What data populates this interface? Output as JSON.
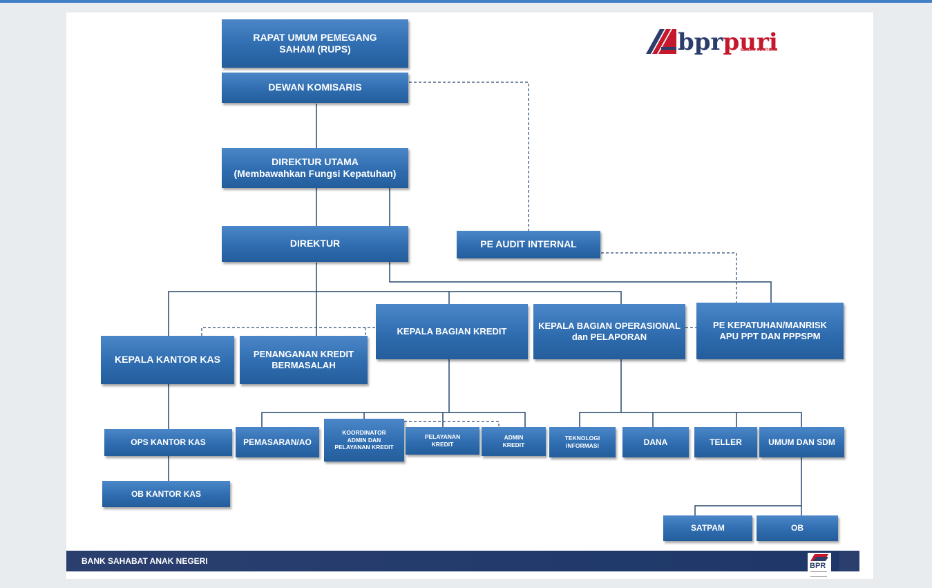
{
  "logo": {
    "primary": "bpr",
    "secondary": "puri",
    "tagline": "SEGER SENTOSA"
  },
  "nodes": {
    "rups": "RAPAT UMUM PEMEGANG\nSAHAM (RUPS)",
    "dewan_komisaris": "DEWAN KOMISARIS",
    "direktur_utama": "DIREKTUR UTAMA\n(Membawahkan Fungsi Kepatuhan)",
    "direktur": "DIREKTUR",
    "pe_audit_internal": "PE AUDIT INTERNAL",
    "kepala_bagian_kredit": "KEPALA BAGIAN  KREDIT",
    "kepala_bagian_operasional": "KEPALA BAGIAN  OPERASIONAL\ndan PELAPORAN",
    "pe_kepatuhan": "PE  KEPATUHAN/MANRISK\nAPU PPT DAN PPPSPM",
    "kepala_kantor_kas": "KEPALA KANTOR KAS",
    "penanganan_kredit": "PENANGANAN KREDIT\nBERMASALAH",
    "ops_kantor_kas": "OPS KANTOR KAS",
    "ob_kantor_kas": "OB KANTOR KAS",
    "pemasaran_ao": "PEMASARAN/AO",
    "koordinator_admin": "KOORDINATOR\nADMIN DAN\nPELAYANAN KREDIT",
    "pelayanan_kredit": "PELAYANAN\nKREDIT",
    "admin_kredit": "ADMIN\nKREDIT",
    "teknologi_informasi": "TEKNOLOGI\nINFORMASI",
    "dana": "DANA",
    "teller": "TELLER",
    "umum_sdm": "UMUM DAN SDM",
    "satpam": "SATPAM",
    "ob": "OB"
  },
  "footer": {
    "text": "BANK SAHABAT ANAK NEGERI",
    "badge": "BPR"
  },
  "colors": {
    "box": "#2f6db0",
    "line": "#24476f",
    "footer": "#2b3f6e",
    "logo_red": "#c4182c",
    "logo_navy": "#2b3e6b"
  }
}
